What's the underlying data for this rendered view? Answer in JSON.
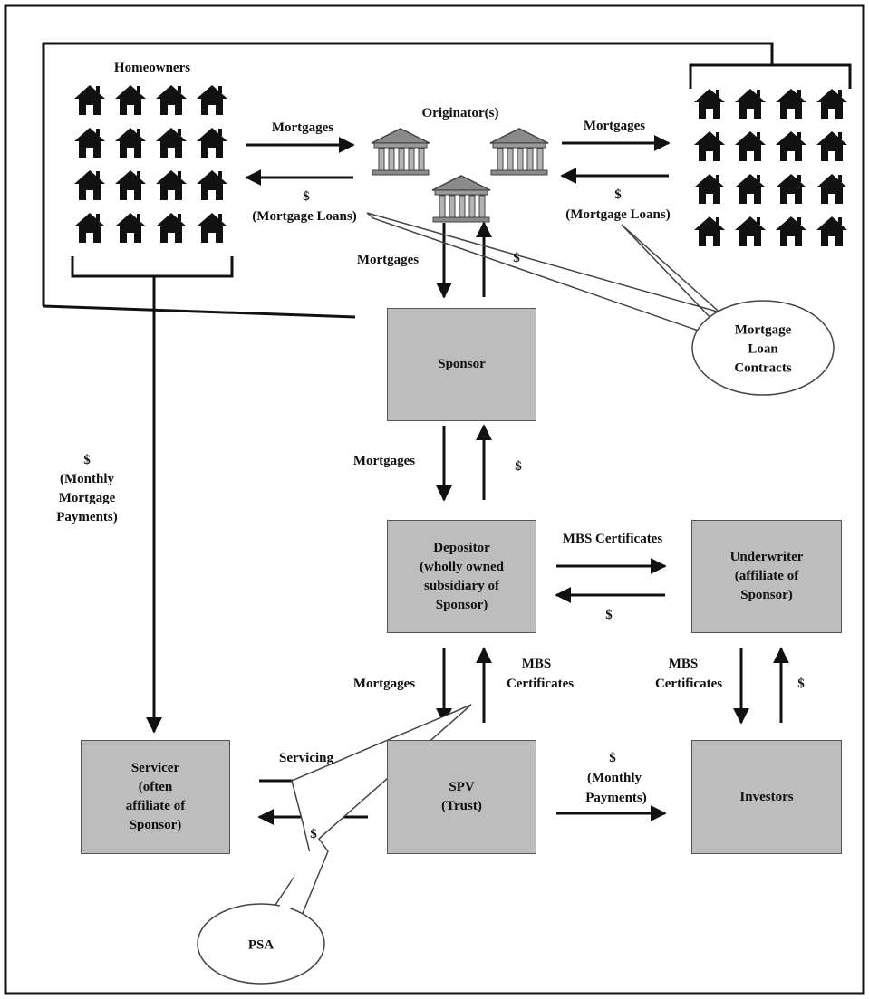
{
  "colors": {
    "box_fill": "#bdbdbd",
    "box_border": "#555555",
    "line": "#111111",
    "bubble_fill": "#ffffff"
  },
  "labels": {
    "homeowners": "Homeowners",
    "originators": "Originator(s)",
    "mortgages": "Mortgages",
    "dollar": "$",
    "mortgage_loans": "(Mortgage Loans)",
    "mbs_certificates": "MBS Certificates",
    "mbs": "MBS",
    "certificates": "Certificates",
    "servicing": "Servicing",
    "monthly_payments_1": "(Monthly",
    "monthly_payments_2": "Payments)",
    "monthly_mortgage_payments": "$\n(Monthly\nMortgage\nPayments)"
  },
  "boxes": {
    "sponsor": "Sponsor",
    "depositor": "Depositor\n(wholly owned\nsubsidiary of\nSponsor)",
    "underwriter": "Underwriter\n(affiliate of\nSponsor)",
    "servicer": "Servicer\n(often\naffiliate of\nSponsor)",
    "spv": "SPV\n(Trust)",
    "investors": "Investors"
  },
  "bubbles": {
    "mortgage_loan_contracts": "Mortgage\nLoan\nContracts",
    "psa": "PSA"
  },
  "icons": {
    "house": "house-icon",
    "bank": "bank-icon"
  }
}
